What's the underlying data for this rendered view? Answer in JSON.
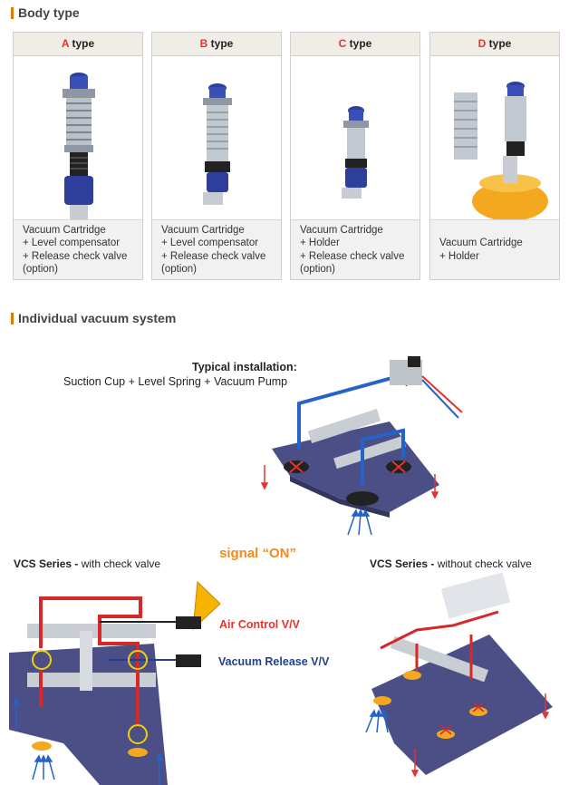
{
  "body_type": {
    "title": "Body type",
    "cards": [
      {
        "letter": "A",
        "suffix": " type",
        "lines": [
          "Vacuum Cartridge",
          "+ Level compensator",
          "+ Release check valve",
          "(option)"
        ]
      },
      {
        "letter": "B",
        "suffix": " type",
        "lines": [
          "Vacuum Cartridge",
          "+ Level compensator",
          "+ Release check valve",
          "(option)"
        ]
      },
      {
        "letter": "C",
        "suffix": " type",
        "lines": [
          "Vacuum Cartridge",
          "+ Holder",
          "+ Release check valve",
          "(option)"
        ]
      },
      {
        "letter": "D",
        "suffix": " type",
        "lines": [
          "Vacuum Cartridge",
          "+ Holder"
        ]
      }
    ]
  },
  "individual": {
    "title": "Individual vacuum system",
    "typical_title": "Typical installation:",
    "typical_desc": "Suction Cup + Level Spring + Vacuum Pump",
    "vcs_check": {
      "series": "VCS Series - ",
      "desc": "with check valve"
    },
    "vcs_nocheck": {
      "series": "VCS Series - ",
      "desc": "without check valve"
    },
    "signal": "signal “ON”",
    "air_control": "Air Control V/V",
    "vacuum_release": "Vacuum Release V/V"
  },
  "colors": {
    "accent": "#e07a00",
    "red": "#e5322d",
    "blue": "#1f3f8f",
    "plate": "#4b4f86"
  }
}
